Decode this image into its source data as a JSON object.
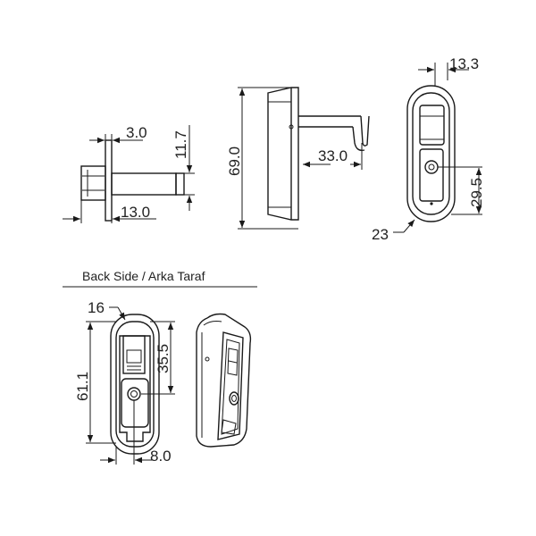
{
  "caption": "Back Side / Arka Taraf",
  "dims": {
    "d_3_0": "3.0",
    "d_11_7": "11.7",
    "d_13_0": "13.0",
    "d_69_0": "69.0",
    "d_33_0": "33.0",
    "d_13_3": "13.3",
    "d_29_5": "29.5",
    "d_23": "23",
    "d_16": "16",
    "d_61_1": "61.1",
    "d_35_5": "35.5",
    "d_8_0": "8.0"
  },
  "colors": {
    "line": "#1a1a1a",
    "background": "#ffffff"
  }
}
